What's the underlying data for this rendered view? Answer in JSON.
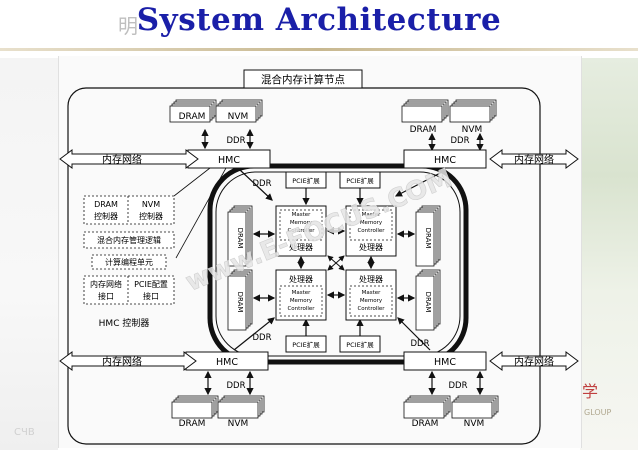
{
  "slide": {
    "title": "System Architecture",
    "corner_char": "明",
    "footer_left": "СЧВ",
    "footer_right": "GLOUP",
    "right_char": "学"
  },
  "diagram": {
    "node_title": "混合内存计算节点",
    "dram": "DRAM",
    "nvm": "NVM",
    "ddr": "DDR",
    "hmc": "HMC",
    "memory_network": "内存网络",
    "pcie_ext": "PCIE扩展",
    "processor": "处理器",
    "master_mc_line1": "Master",
    "master_mc_line2": "Memory",
    "master_mc_line3": "Controller",
    "hmc_controller": {
      "title": "HMC 控制器",
      "dram_ctrl_line1": "DRAM",
      "dram_ctrl_line2": "控制器",
      "nvm_ctrl_line1": "NVM",
      "nvm_ctrl_line2": "控制器",
      "hybrid_logic": "混合内存管理逻辑",
      "compute_unit": "计算编程单元",
      "net_if_line1": "内存网络",
      "net_if_line2": "接口",
      "pcie_if_line1": "PCIE配置",
      "pcie_if_line2": "接口"
    },
    "watermark": "www.E-FOCUS.COM"
  }
}
